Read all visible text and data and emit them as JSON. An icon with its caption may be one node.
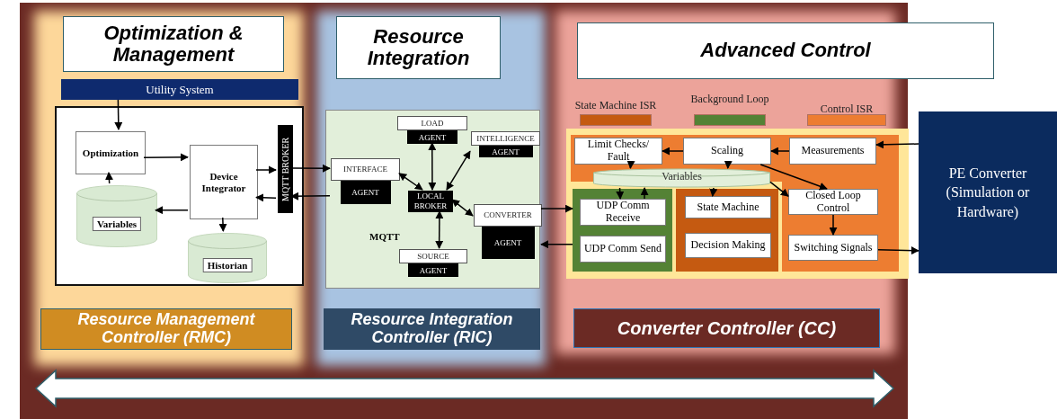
{
  "diagram": {
    "nodes": [
      {
        "text": [
          "Optimization & Management"
        ]
      },
      {
        "text": [
          "Resource Integration"
        ]
      },
      {
        "text": [
          "Advanced Control"
        ]
      },
      {
        "text": [
          "Utility System"
        ]
      },
      {
        "text": [],
        "shape": "box"
      },
      {
        "text": [
          "Optimization"
        ],
        "in": 4
      },
      {
        "text": [
          "Device Integrator"
        ],
        "in": 4
      },
      {
        "text": [
          "MQTT BROKER"
        ],
        "in": 4
      },
      {
        "text": [
          "Variables"
        ],
        "in": 4
      },
      {
        "text": [
          "Historian"
        ],
        "in": 4
      },
      {
        "text": [
          "MQTT"
        ]
      },
      {
        "text": [
          "LOAD",
          "AGENT"
        ],
        "in": 10
      },
      {
        "text": [
          "INTELLIGENCE",
          "AGENT"
        ],
        "in": 10
      },
      {
        "text": [
          "INTERFACE",
          "AGENT"
        ],
        "in": 10
      },
      {
        "text": [
          "LOCAL BROKER"
        ],
        "in": 10
      },
      {
        "text": [
          "CONVERTER",
          "AGENT"
        ],
        "in": 10
      },
      {
        "text": [
          "SOURCE",
          "AGENT"
        ],
        "in": 10
      },
      {
        "text": [],
        "shape": "box"
      },
      {
        "text": [],
        "shape": "box",
        "in": 17
      },
      {
        "text": [
          "UDP Comm Receive"
        ],
        "in": 18
      },
      {
        "text": [
          "UDP Comm Send"
        ],
        "in": 18
      },
      {
        "text": [],
        "shape": "box",
        "in": 17
      },
      {
        "text": [
          "State Machine"
        ],
        "in": 21
      },
      {
        "text": [
          "Decision Making"
        ],
        "in": 21
      },
      {
        "text": [
          "Limit Checks/ Fault"
        ],
        "in": 17
      },
      {
        "text": [
          "Scaling"
        ],
        "in": 17
      },
      {
        "text": [
          "Measurements"
        ],
        "in": 17
      },
      {
        "text": [
          "Variables"
        ],
        "in": 17
      },
      {
        "text": [
          "Closed Loop Control"
        ],
        "in": 17
      },
      {
        "text": [
          "Switching Signals"
        ],
        "in": 17
      },
      {
        "text": [
          "PE Converter (Simulation or Hardware)"
        ]
      },
      {
        "text": [
          "Resource Management Controller (RMC)"
        ]
      },
      {
        "text": [
          "Resource Integration Controller (RIC)"
        ]
      },
      {
        "text": [
          "Converter Controller (CC)"
        ]
      }
    ],
    "edges": [
      {
        "from": 3,
        "to": 5,
        "arrow": "to"
      },
      {
        "from": 5,
        "to": 6,
        "arrow": "to"
      },
      {
        "from": 8,
        "to": 5,
        "arrow": "to"
      },
      {
        "from": 6,
        "to": 8,
        "arrow": "to"
      },
      {
        "from": 6,
        "to": 9,
        "arrow": "to"
      },
      {
        "from": 6,
        "to": 7,
        "arrow": "to"
      },
      {
        "from": 7,
        "to": 6,
        "arrow": "to"
      },
      {
        "from": 7,
        "to": 13,
        "arrow": "to"
      },
      {
        "from": 13,
        "to": 7,
        "arrow": "to"
      },
      {
        "from": 11,
        "to": 14,
        "arrow": "both"
      },
      {
        "from": 12,
        "to": 14,
        "arrow": "both"
      },
      {
        "from": 13,
        "to": 14,
        "arrow": "both"
      },
      {
        "from": 15,
        "to": 14,
        "arrow": "both"
      },
      {
        "from": 16,
        "to": 14,
        "arrow": "both"
      },
      {
        "from": 15,
        "to": 18,
        "arrow": "to"
      },
      {
        "from": 18,
        "to": 15,
        "arrow": "to"
      },
      {
        "from": 30,
        "to": 26,
        "arrow": "to"
      },
      {
        "from": 26,
        "to": 25,
        "arrow": "to"
      },
      {
        "from": 25,
        "to": 24,
        "arrow": "to"
      },
      {
        "from": 24,
        "to": 27,
        "arrow": "to"
      },
      {
        "from": 25,
        "to": 27,
        "arrow": "to"
      },
      {
        "from": 27,
        "to": 19,
        "arrow": "to"
      },
      {
        "from": 19,
        "to": 27,
        "arrow": "to"
      },
      {
        "from": 27,
        "to": 22,
        "arrow": "to"
      },
      {
        "from": 25,
        "to": 28,
        "arrow": "to"
      },
      {
        "from": 27,
        "to": 28,
        "arrow": "to"
      },
      {
        "from": 28,
        "to": 29,
        "arrow": "to"
      },
      {
        "from": 29,
        "to": 30,
        "arrow": "to"
      }
    ],
    "legend": [
      {
        "text": "State Machine ISR",
        "color": "#c55a11"
      },
      {
        "text": "Background Loop",
        "color": "#548235"
      },
      {
        "text": "Control ISR",
        "color": "#ed7d31"
      }
    ]
  }
}
